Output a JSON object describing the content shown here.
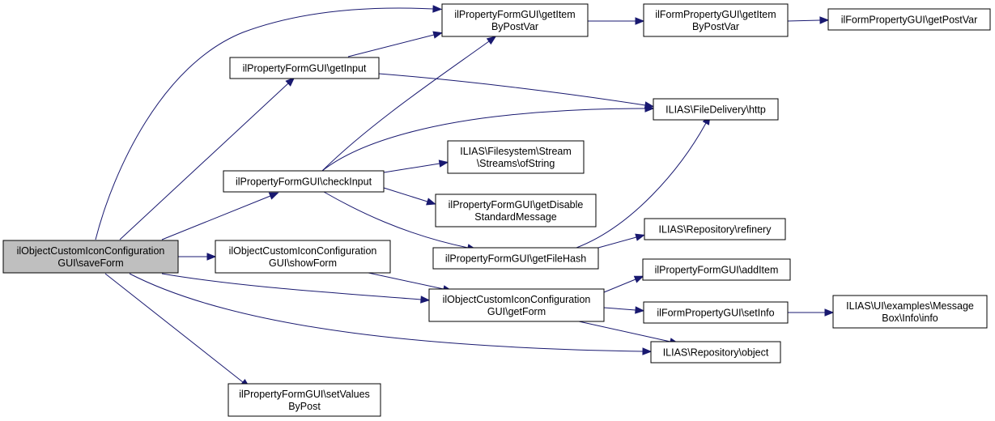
{
  "diagram": {
    "nodes": [
      {
        "id": "saveForm",
        "lines": [
          "ilObjectCustomIconConfiguration",
          "GUI\\saveForm"
        ],
        "root": true
      },
      {
        "id": "getItemByPostVar",
        "lines": [
          "ilPropertyFormGUI\\getItem",
          "ByPostVar"
        ]
      },
      {
        "id": "getInput",
        "lines": [
          "ilPropertyFormGUI\\getInput"
        ]
      },
      {
        "id": "checkInput",
        "lines": [
          "ilPropertyFormGUI\\checkInput"
        ]
      },
      {
        "id": "showForm",
        "lines": [
          "ilObjectCustomIconConfiguration",
          "GUI\\showForm"
        ]
      },
      {
        "id": "setValuesByPost",
        "lines": [
          "ilPropertyFormGUI\\setValues",
          "ByPost"
        ]
      },
      {
        "id": "fpGetItemByPostVar",
        "lines": [
          "ilFormPropertyGUI\\getItem",
          "ByPostVar"
        ]
      },
      {
        "id": "ofString",
        "lines": [
          "ILIAS\\Filesystem\\Stream",
          "\\Streams\\ofString"
        ]
      },
      {
        "id": "getDisableStandardMessage",
        "lines": [
          "ilPropertyFormGUI\\getDisable",
          "StandardMessage"
        ]
      },
      {
        "id": "getFileHash",
        "lines": [
          "ilPropertyFormGUI\\getFileHash"
        ]
      },
      {
        "id": "getForm",
        "lines": [
          "ilObjectCustomIconConfiguration",
          "GUI\\getForm"
        ]
      },
      {
        "id": "getPostVar",
        "lines": [
          "ilFormPropertyGUI\\getPostVar"
        ]
      },
      {
        "id": "http",
        "lines": [
          "ILIAS\\FileDelivery\\http"
        ]
      },
      {
        "id": "refinery",
        "lines": [
          "ILIAS\\Repository\\refinery"
        ]
      },
      {
        "id": "addItem",
        "lines": [
          "ilPropertyFormGUI\\addItem"
        ]
      },
      {
        "id": "setInfo",
        "lines": [
          "ilFormPropertyGUI\\setInfo"
        ]
      },
      {
        "id": "object",
        "lines": [
          "ILIAS\\Repository\\object"
        ]
      },
      {
        "id": "infoExample",
        "lines": [
          "ILIAS\\UI\\examples\\Message",
          "Box\\Info\\info"
        ]
      }
    ],
    "edges": [
      {
        "from": "saveForm",
        "to": "getItemByPostVar"
      },
      {
        "from": "saveForm",
        "to": "getInput"
      },
      {
        "from": "saveForm",
        "to": "checkInput"
      },
      {
        "from": "saveForm",
        "to": "showForm"
      },
      {
        "from": "saveForm",
        "to": "getForm"
      },
      {
        "from": "saveForm",
        "to": "object"
      },
      {
        "from": "saveForm",
        "to": "setValuesByPost"
      },
      {
        "from": "getInput",
        "to": "getItemByPostVar"
      },
      {
        "from": "getInput",
        "to": "http"
      },
      {
        "from": "checkInput",
        "to": "getItemByPostVar"
      },
      {
        "from": "checkInput",
        "to": "http"
      },
      {
        "from": "checkInput",
        "to": "ofString"
      },
      {
        "from": "checkInput",
        "to": "getDisableStandardMessage"
      },
      {
        "from": "checkInput",
        "to": "getFileHash"
      },
      {
        "from": "getItemByPostVar",
        "to": "fpGetItemByPostVar"
      },
      {
        "from": "fpGetItemByPostVar",
        "to": "getPostVar"
      },
      {
        "from": "getFileHash",
        "to": "http"
      },
      {
        "from": "getFileHash",
        "to": "refinery"
      },
      {
        "from": "showForm",
        "to": "getForm"
      },
      {
        "from": "getForm",
        "to": "addItem"
      },
      {
        "from": "getForm",
        "to": "setInfo"
      },
      {
        "from": "getForm",
        "to": "object"
      },
      {
        "from": "setInfo",
        "to": "infoExample"
      }
    ]
  }
}
